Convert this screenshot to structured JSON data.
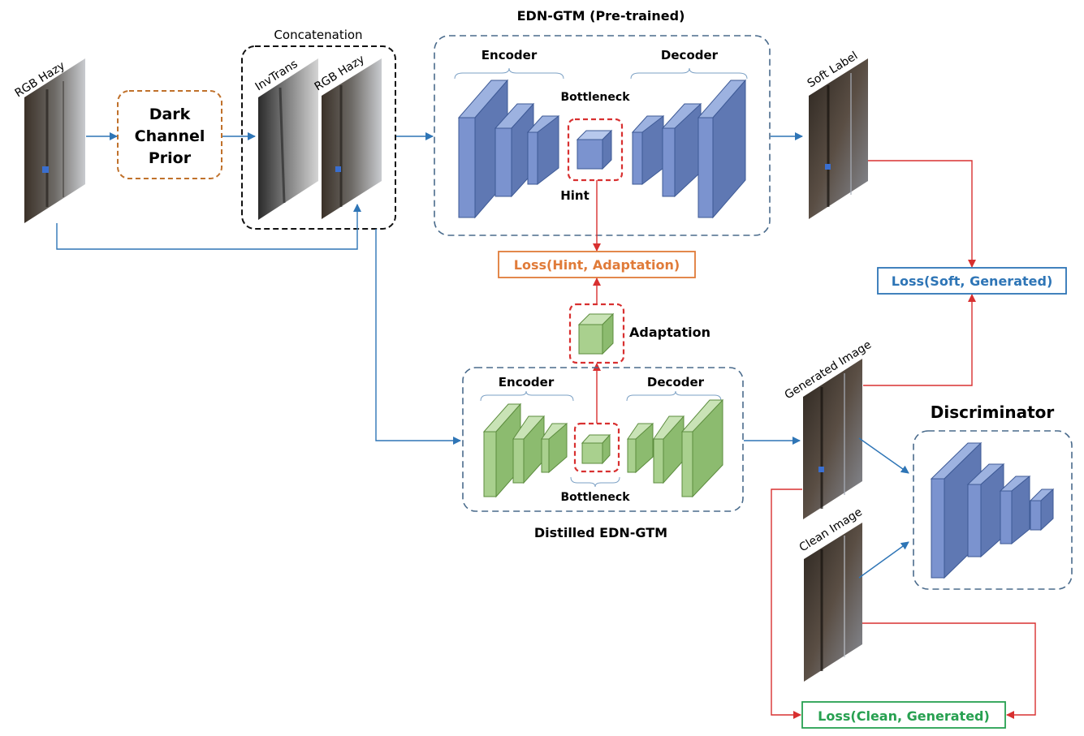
{
  "teacher": {
    "title": "EDN-GTM (Pre-trained)",
    "encoder_label": "Encoder",
    "decoder_label": "Decoder",
    "bottleneck_label": "Bottleneck",
    "hint_label": "Hint"
  },
  "student": {
    "title": "Distilled EDN-GTM",
    "encoder_label": "Encoder",
    "decoder_label": "Decoder",
    "bottleneck_label": "Bottleneck"
  },
  "inputs": {
    "rgb_hazy": "RGB Hazy",
    "concatenation": "Concatenation",
    "invtrans": "InvTrans",
    "rgb_hazy_2": "RGB Hazy",
    "dcp_line1": "Dark",
    "dcp_line2": "Channel",
    "dcp_line3": "Prior"
  },
  "images": {
    "soft_label": "Soft Label",
    "generated": "Generated Image",
    "clean": "Clean Image"
  },
  "adaptation_label": "Adaptation",
  "discriminator_label": "Discriminator",
  "losses": {
    "hint": "Loss(Hint, Adaptation)",
    "soft": "Loss(Soft, Generated)",
    "clean": "Loss(Clean, Generated)"
  },
  "colors": {
    "blue_block_front": "#7b93cf",
    "blue_block_side": "#5f78b3",
    "green_block_front": "#a9d08e",
    "green_block_side": "#8cbb6f",
    "dashed_box": "#4a6b8c",
    "red": "#d83030",
    "arrow_blue": "#2e75b6",
    "orange": "#e07b39",
    "loss_blue": "#2e75b6",
    "loss_green": "#27a050"
  }
}
